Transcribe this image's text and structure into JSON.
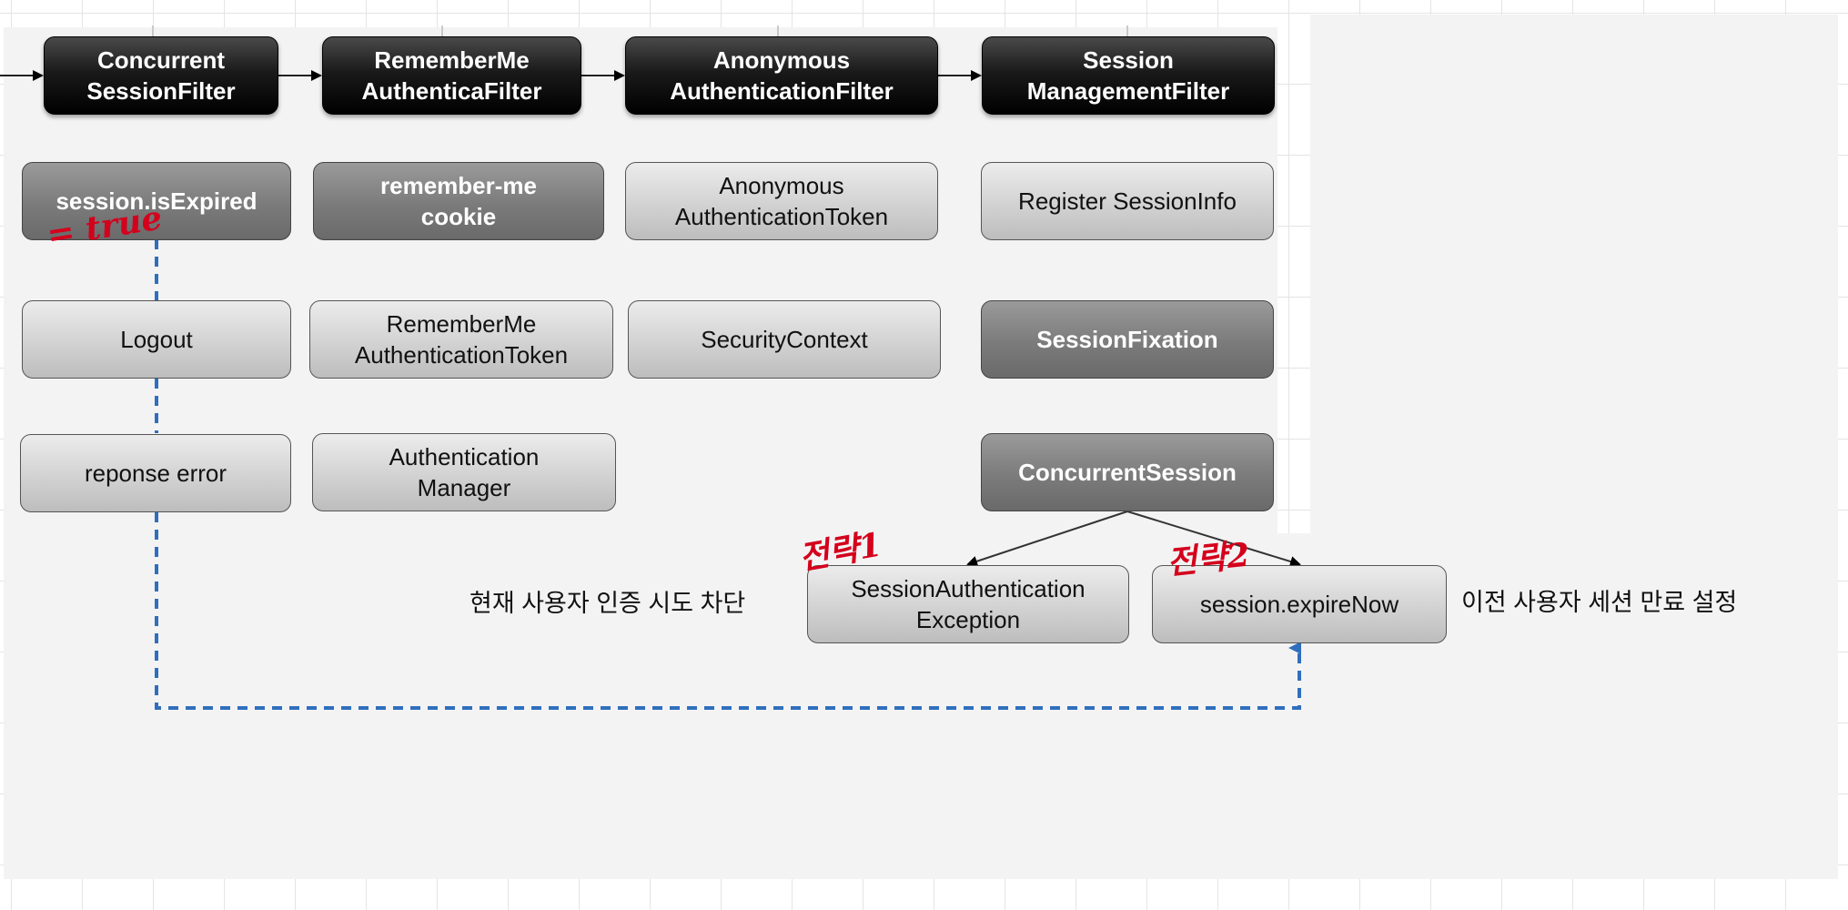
{
  "filters": [
    {
      "id": "concurrent",
      "label": "Concurrent\nSessionFilter"
    },
    {
      "id": "rememberme",
      "label": "RememberMe\nAuthenticaFilter"
    },
    {
      "id": "anonymous",
      "label": "Anonymous\nAuthenticationFilter"
    },
    {
      "id": "session",
      "label": "Session\nManagementFilter"
    }
  ],
  "column1": {
    "is_expired": "session.isExpired",
    "logout": "Logout",
    "response_error": "reponse error"
  },
  "column2": {
    "cookie": "remember-me\ncookie",
    "token": "RememberMe\nAuthenticationToken",
    "manager": "Authentication\nManager"
  },
  "column3": {
    "token": "Anonymous\nAuthenticationToken",
    "context": "SecurityContext"
  },
  "column4": {
    "register": "Register SessionInfo",
    "fixation": "SessionFixation",
    "concurrent": "ConcurrentSession"
  },
  "outcomes": {
    "exception": "SessionAuthentication\nException",
    "expire_now": "session.expireNow"
  },
  "notes": {
    "left": "현재 사용자 인증 시도 차단",
    "right": "이전 사용자 세션 만료 설정"
  },
  "handwriting": {
    "true_mark": "= true",
    "strategy1": "전략1",
    "strategy2": "전략2"
  },
  "colors": {
    "dashed_line": "#2f6fbd",
    "handwriting": "#d4001c",
    "filter_fill": "#0a0a0a",
    "light_fill": "#d0d0d0",
    "dark_fill": "#7a7a7a"
  }
}
